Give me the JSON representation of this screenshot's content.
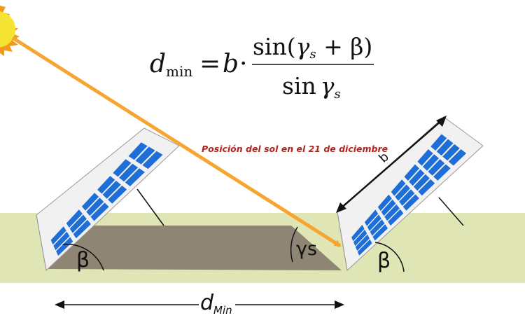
{
  "formula": {
    "lhs_var": "d",
    "lhs_sub": "min",
    "equals": "=",
    "b": "b",
    "dot": "·",
    "num_fn": "sin(",
    "num_gamma": "γ",
    "num_gamma_sub": "s",
    "num_rest": " + β)",
    "den_fn": "sin",
    "den_gamma": "γ",
    "den_gamma_sub": "s"
  },
  "annotation": "Posición del sol en el 21 de diciembre",
  "labels": {
    "beta_left": "β",
    "beta_right": "β",
    "gamma": "γs",
    "b_length": "b",
    "d_var": "d",
    "d_sub": "Min"
  },
  "colors": {
    "ground": "#dfe5b4",
    "shadow": "#8f8574",
    "ray": "#f7a531",
    "sun": "#f5e431",
    "sun_rays": "#f39a1e",
    "cell": "#1e6ed8",
    "frame": "#f4f4f4",
    "annotation": "#b1231d"
  }
}
